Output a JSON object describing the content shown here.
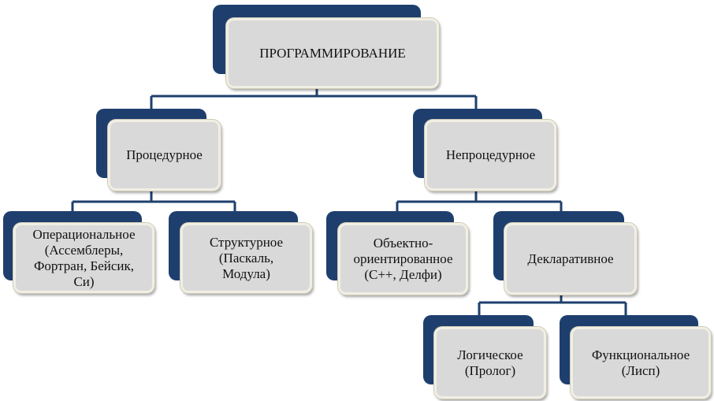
{
  "diagram": {
    "root": "ПРОГРАММИРОВАНИЕ",
    "procedural": "Процедурное",
    "nonprocedural": "Непроцедурное",
    "operational": "Операциональное\n(Ассемблеры,\nФортран, Бейсик,\nСи)",
    "structural": "Структурное\n(Паскаль,\nМодула)",
    "object_oriented": "Объектно-\nориентированное\n(С++, Делфи)",
    "declarative": "Декларативное",
    "logical": "Логическое\n(Пролог)",
    "functional": "Функциональное\n(Лисп)"
  },
  "colors": {
    "connector": "#1e3f6e",
    "box_back": "#1e3f6e",
    "box_front": "#d9d9d9",
    "box_border": "#f1efe4"
  }
}
